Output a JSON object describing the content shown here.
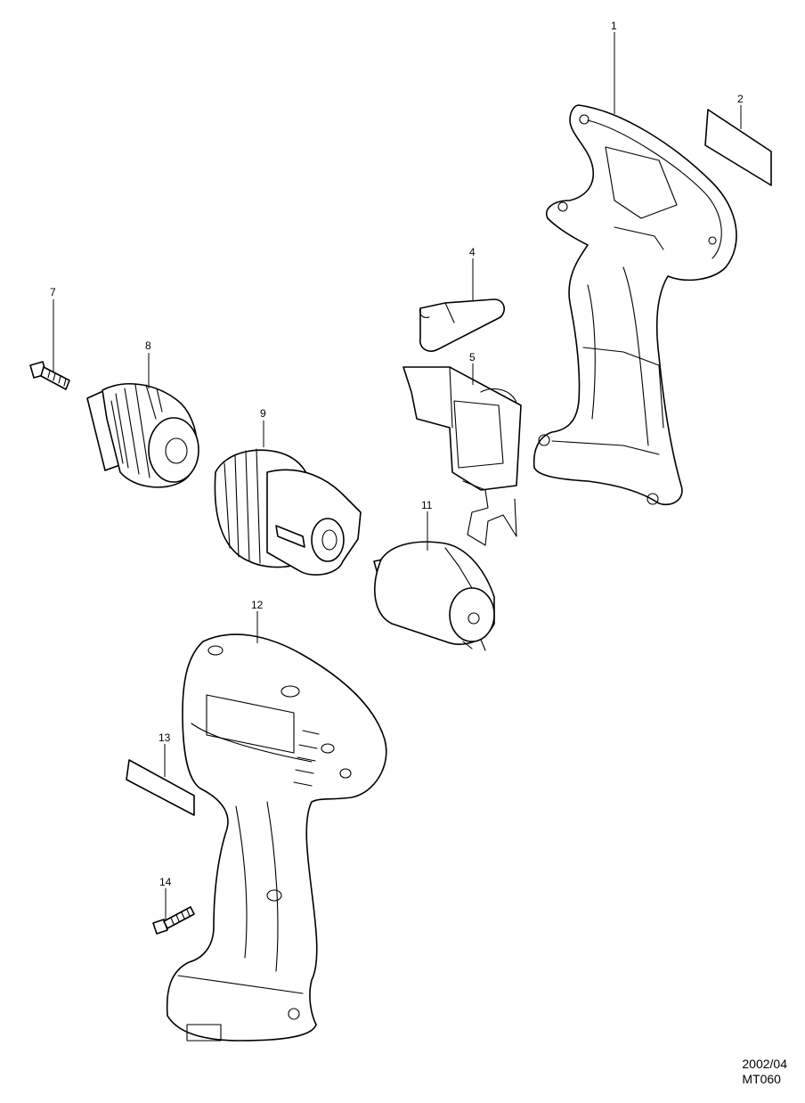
{
  "parts": [
    {
      "id": "part-1",
      "label": "1"
    },
    {
      "id": "part-2",
      "label": "2"
    },
    {
      "id": "part-4",
      "label": "4"
    },
    {
      "id": "part-5",
      "label": "5"
    },
    {
      "id": "part-7",
      "label": "7"
    },
    {
      "id": "part-8",
      "label": "8"
    },
    {
      "id": "part-9",
      "label": "9"
    },
    {
      "id": "part-11",
      "label": "11"
    },
    {
      "id": "part-12",
      "label": "12"
    },
    {
      "id": "part-13",
      "label": "13"
    },
    {
      "id": "part-14",
      "label": "14"
    }
  ],
  "footer": {
    "date": "2002/04",
    "code": "MT060"
  }
}
